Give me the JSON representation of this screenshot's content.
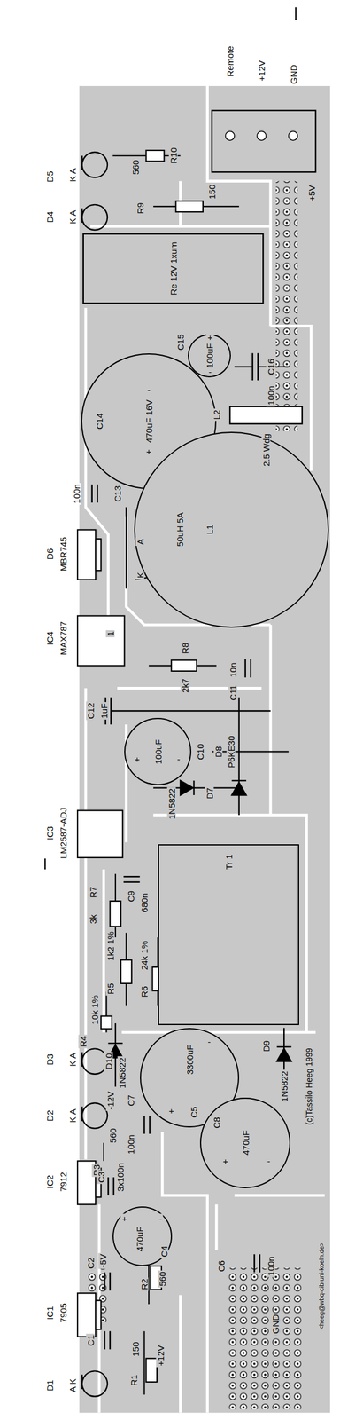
{
  "diagram": {
    "nodes": [
      {
        "text": [
          "Re 12V 1xum"
        ]
      },
      {
        "text": [
          "100uF"
        ]
      },
      {
        "text": [
          "470uF 16V"
        ]
      },
      {
        "text": [
          "50uH 5A"
        ]
      },
      {
        "text": [
          "100uF"
        ]
      },
      {
        "text": [
          "Tr 1"
        ]
      },
      {
        "text": [
          "3300uF"
        ]
      },
      {
        "text": [
          "470uF"
        ]
      },
      {
        "text": [
          "470uF"
        ]
      }
    ],
    "labels": [
      "Remote",
      "+12V",
      "GND",
      "D5",
      "K A",
      "560",
      "R10",
      "D4",
      "K A",
      "R9",
      "150",
      "+5V",
      "C15",
      "+",
      "-",
      "C16",
      "100n",
      "C14",
      "-",
      "+",
      "L2",
      "2.5 Wdg",
      "100n",
      "C13",
      "A",
      "K",
      "D6",
      "MBR745",
      "L1",
      "IC4",
      "MAX787",
      "1",
      "R8",
      "2k7",
      "10n",
      "C11",
      "C12",
      "1uF",
      "C10",
      "+",
      "-",
      "D8",
      "P6KE30",
      "D7",
      "1N5822",
      "IC3",
      "LM2587-ADJ",
      "R7",
      "3k",
      "C9",
      "680n",
      "1k2 1%",
      "24k 1%",
      "R5",
      "R6",
      "10k 1%",
      "R4",
      "D10",
      "1N5822",
      "D3",
      "K A",
      "C5",
      "+",
      "-",
      "D9",
      "1N5822",
      "(c)Tassilo Heeg 1999",
      "<heeg@wbq-cib.uni-koeln.de>",
      "D2",
      "K A",
      "-12V",
      "C7",
      "100n",
      "560",
      "R3",
      "C8",
      "+",
      "-",
      "IC2",
      "7912",
      "C3",
      "3x100n",
      "C4",
      "+",
      "-",
      "C6",
      "100n",
      "-5V",
      "C2",
      "R2",
      "560",
      "IC1",
      "7905",
      "GND",
      "C1",
      "R1",
      "150",
      "+12V",
      "D1",
      "A K"
    ]
  }
}
